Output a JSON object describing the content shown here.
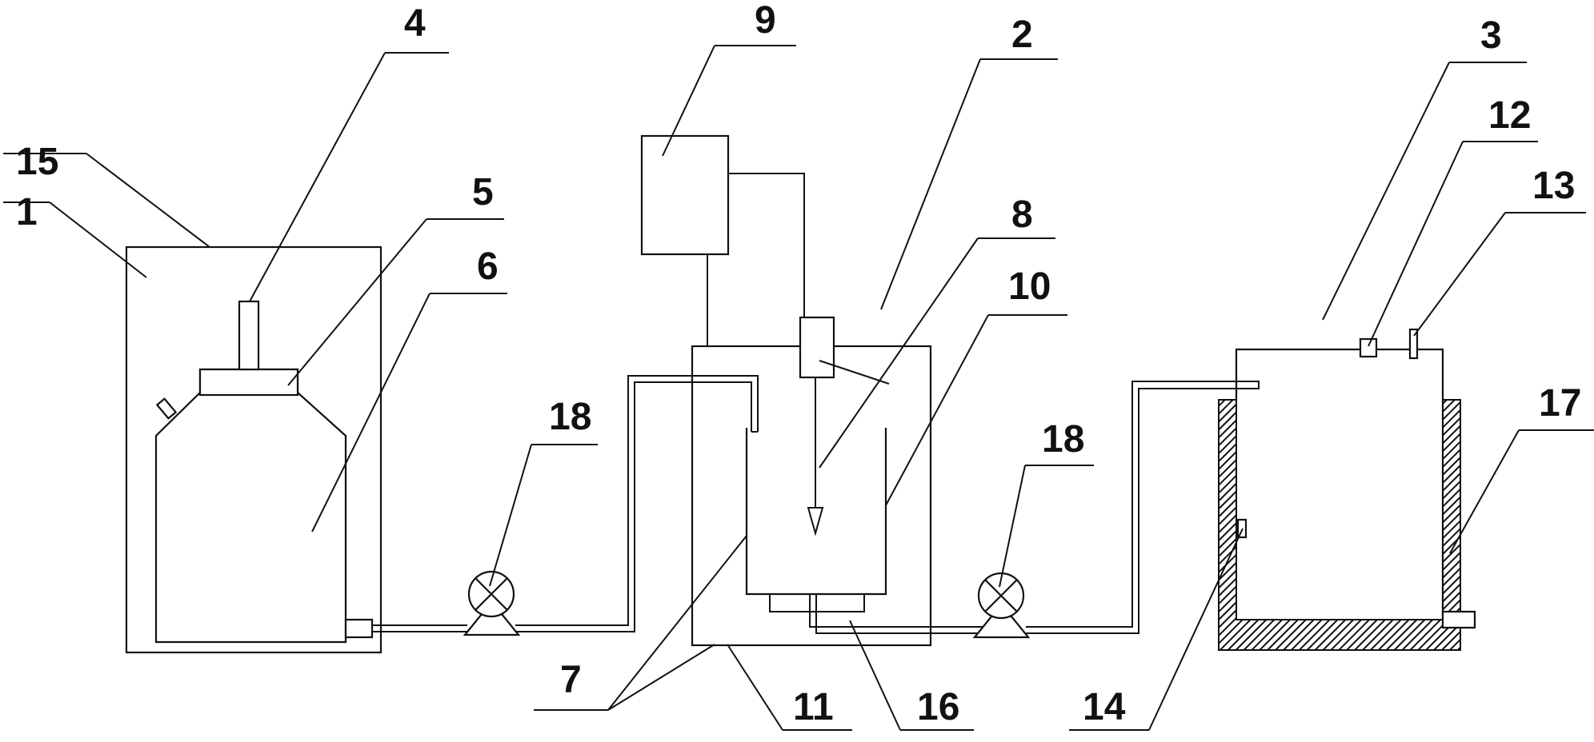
{
  "labels": {
    "l1": "1",
    "l2": "2",
    "l3": "3",
    "l4": "4",
    "l5": "5",
    "l6": "6",
    "l7": "7",
    "l8": "8",
    "l9": "9",
    "l10": "10",
    "l11": "11",
    "l12": "12",
    "l13": "13",
    "l14": "14",
    "l15": "15",
    "l16": "16",
    "l17": "17",
    "l18a": "18",
    "l18b": "18"
  }
}
